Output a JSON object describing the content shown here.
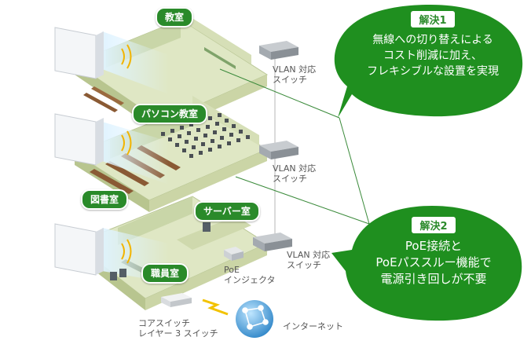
{
  "rooms": {
    "classroom": "教室",
    "pc_room": "パソコン教室",
    "library": "図書室",
    "server_room": "サーバー室",
    "staff_room": "職員室"
  },
  "devices": {
    "vlan_switch_1": [
      "VLAN 対応",
      "スイッチ"
    ],
    "vlan_switch_2": [
      "VLAN 対応",
      "スイッチ"
    ],
    "vlan_switch_3": [
      "VLAN 対応",
      "スイッチ"
    ],
    "poe_injector": [
      "PoE",
      "インジェクタ"
    ],
    "core_switch": [
      "コアスイッチ",
      "レイヤー 3 スイッチ"
    ],
    "internet": "インターネット"
  },
  "solutions": [
    {
      "tag": "解決1",
      "lines": [
        "無線への切り替えによる",
        "コスト削減に加え、",
        "フレキシブルな設置を実現"
      ]
    },
    {
      "tag": "解決2",
      "lines": [
        "PoE接続と",
        "PoEパススルー機能で",
        "電源引き回しが不要"
      ]
    }
  ],
  "colors": {
    "accent_green": "#2a8a2a",
    "bubble_green": "#1f8f1f",
    "floor": "#dfe7c4",
    "wall": "#c9d6a8",
    "link_line": "#3a8a3a"
  }
}
